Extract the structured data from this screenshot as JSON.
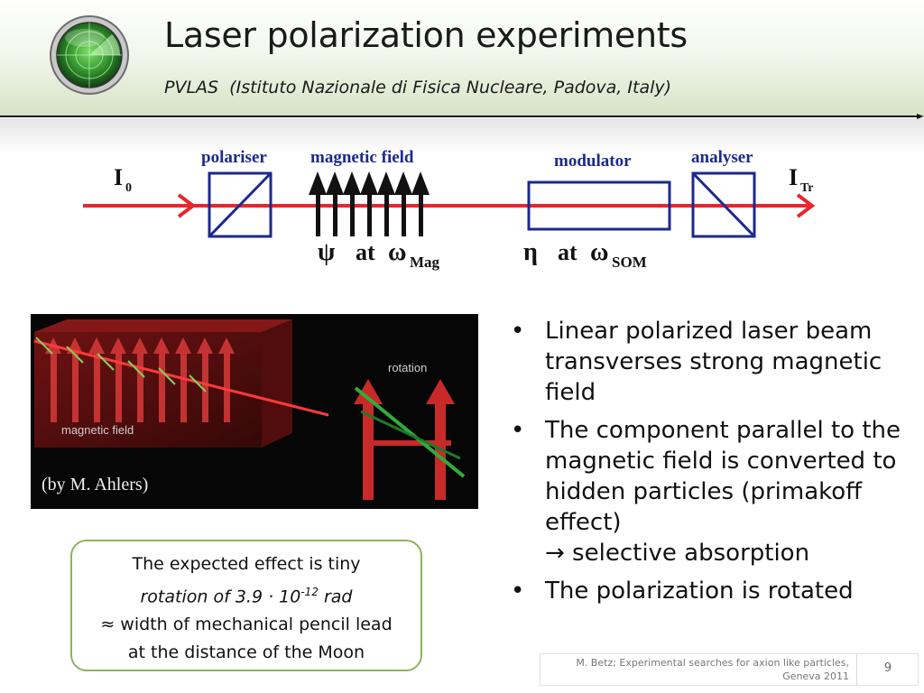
{
  "slide": {
    "title": "Laser polarization experiments",
    "subtitle": "PVLAS  (Istituto Nazionale di Fisica Nucleare, Padova, Italy)"
  },
  "setup_diagram": {
    "input_label": "I",
    "input_sub": "0",
    "output_label": "I",
    "output_sub": "Tr",
    "polariser": "polariser",
    "magnetic_field": "magnetic field",
    "modulator": "modulator",
    "analyser": "analyser",
    "psi_symbol": "ψ",
    "at_1": "at",
    "omega_1": "ω",
    "omega_1_sub": "Mag",
    "eta_symbol": "η",
    "at_2": "at",
    "omega_2": "ω",
    "omega_2_sub": "SOM",
    "beam_color": "#e8262b",
    "element_color": "#1c2a8c"
  },
  "photo": {
    "magnetic_field_label": "magnetic field",
    "rotation_label": "rotation",
    "credit": "(by  M. Ahlers)"
  },
  "bullets": [
    "Linear polarized laser beam transverses strong magnetic field",
    "The component parallel to the magnetic field is converted to hidden particles (primakoff effect)",
    "The polarization is rotated"
  ],
  "bullet_arrow": "→",
  "bullet_arrow_text": " selective absorption",
  "callout": {
    "line1": "The expected effect is tiny",
    "line2_pre": "rotation of 3.9 · 10",
    "line2_exp": "-12",
    "line2_post": " rad",
    "line3": "≈ width of mechanical pencil lead",
    "line4": "at the distance of the Moon"
  },
  "footer": {
    "line1": "M. Betz; Experimental searches for axion like particles,",
    "line2": "Geneva 2011",
    "page_number": "9"
  }
}
